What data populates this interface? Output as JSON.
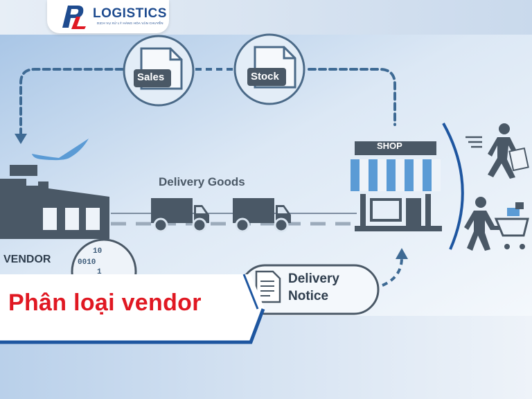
{
  "brand": {
    "name": "LOGISTICS",
    "tagline": "DỊCH VỤ XỬ LÝ HÀNG HÓA VẬN CHUYỂN",
    "mark": "PL",
    "accent": "#1e4b8f",
    "mark_red": "#e01822"
  },
  "diagram": {
    "documents": {
      "sales": "Sales",
      "stock": "Stock"
    },
    "flow_label": "Delivery Goods",
    "vendor_label": "VENDOR",
    "shop_label": "SHOP",
    "notice": {
      "line1": "Delivery",
      "line2": "Notice"
    },
    "binary_rows": [
      "10",
      "0010",
      "1"
    ],
    "colors": {
      "primary": "#4a5866",
      "accent": "#5b9bd5",
      "dash": "#3e6a94"
    }
  },
  "banner": {
    "title": "Phân loại vendor",
    "title_color": "#e01822",
    "border_color": "#1e56a0"
  },
  "icons": [
    "factory-icon",
    "truck-icon",
    "shop-icon",
    "document-icon",
    "walking-customer-icon",
    "shopping-cart-customer-icon",
    "binary-data-icon"
  ]
}
